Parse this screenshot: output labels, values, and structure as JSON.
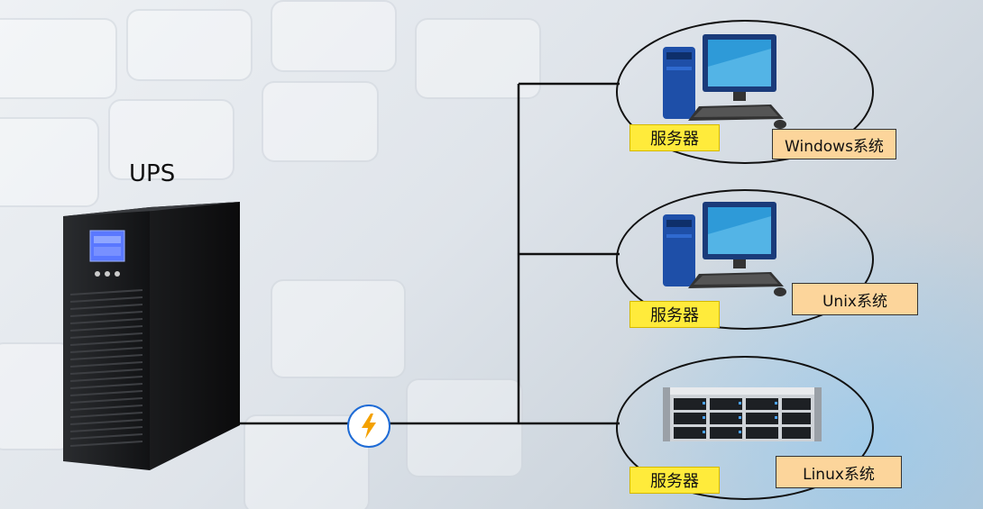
{
  "ups": {
    "title": "UPS",
    "icon": "ups-tower-icon"
  },
  "power_link": {
    "icon": "lightning-bolt-icon",
    "color": "#1e6bd6",
    "bolt_color": "#f4a100"
  },
  "servers": [
    {
      "label": "服务器",
      "os": "Windows系统",
      "icon": "desktop-computer-icon"
    },
    {
      "label": "服务器",
      "os": "Unix系统",
      "icon": "desktop-computer-icon"
    },
    {
      "label": "服务器",
      "os": "Linux系统",
      "icon": "rack-server-icon"
    }
  ],
  "colors": {
    "label_yellow": "#ffeb3b",
    "label_orange": "#fcd59b",
    "line": "#111111"
  }
}
